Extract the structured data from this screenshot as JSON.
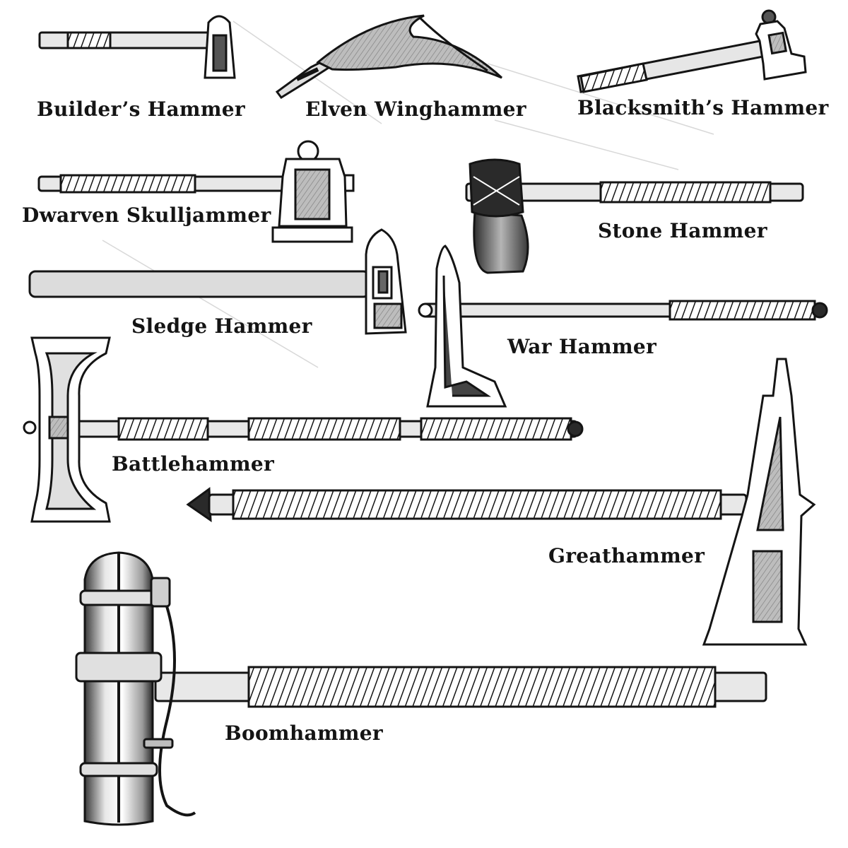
{
  "labels": {
    "builders_hammer": "Builder’s Hammer",
    "elven_winghammer": "Elven Winghammer",
    "blacksmiths_hammer": "Blacksmith’s Hammer",
    "dwarven_skulljammer": "Dwarven Skulljammer",
    "stone_hammer": "Stone Hammer",
    "sledge_hammer": "Sledge Hammer",
    "war_hammer": "War Hammer",
    "battlehammer": "Battlehammer",
    "greathammer": "Greathammer",
    "boomhammer": "Boomhammer"
  },
  "colors": {
    "ink": "#141414",
    "shade": "#9a9a9a",
    "light_shade": "#d6d6d6",
    "paper": "#ffffff"
  }
}
